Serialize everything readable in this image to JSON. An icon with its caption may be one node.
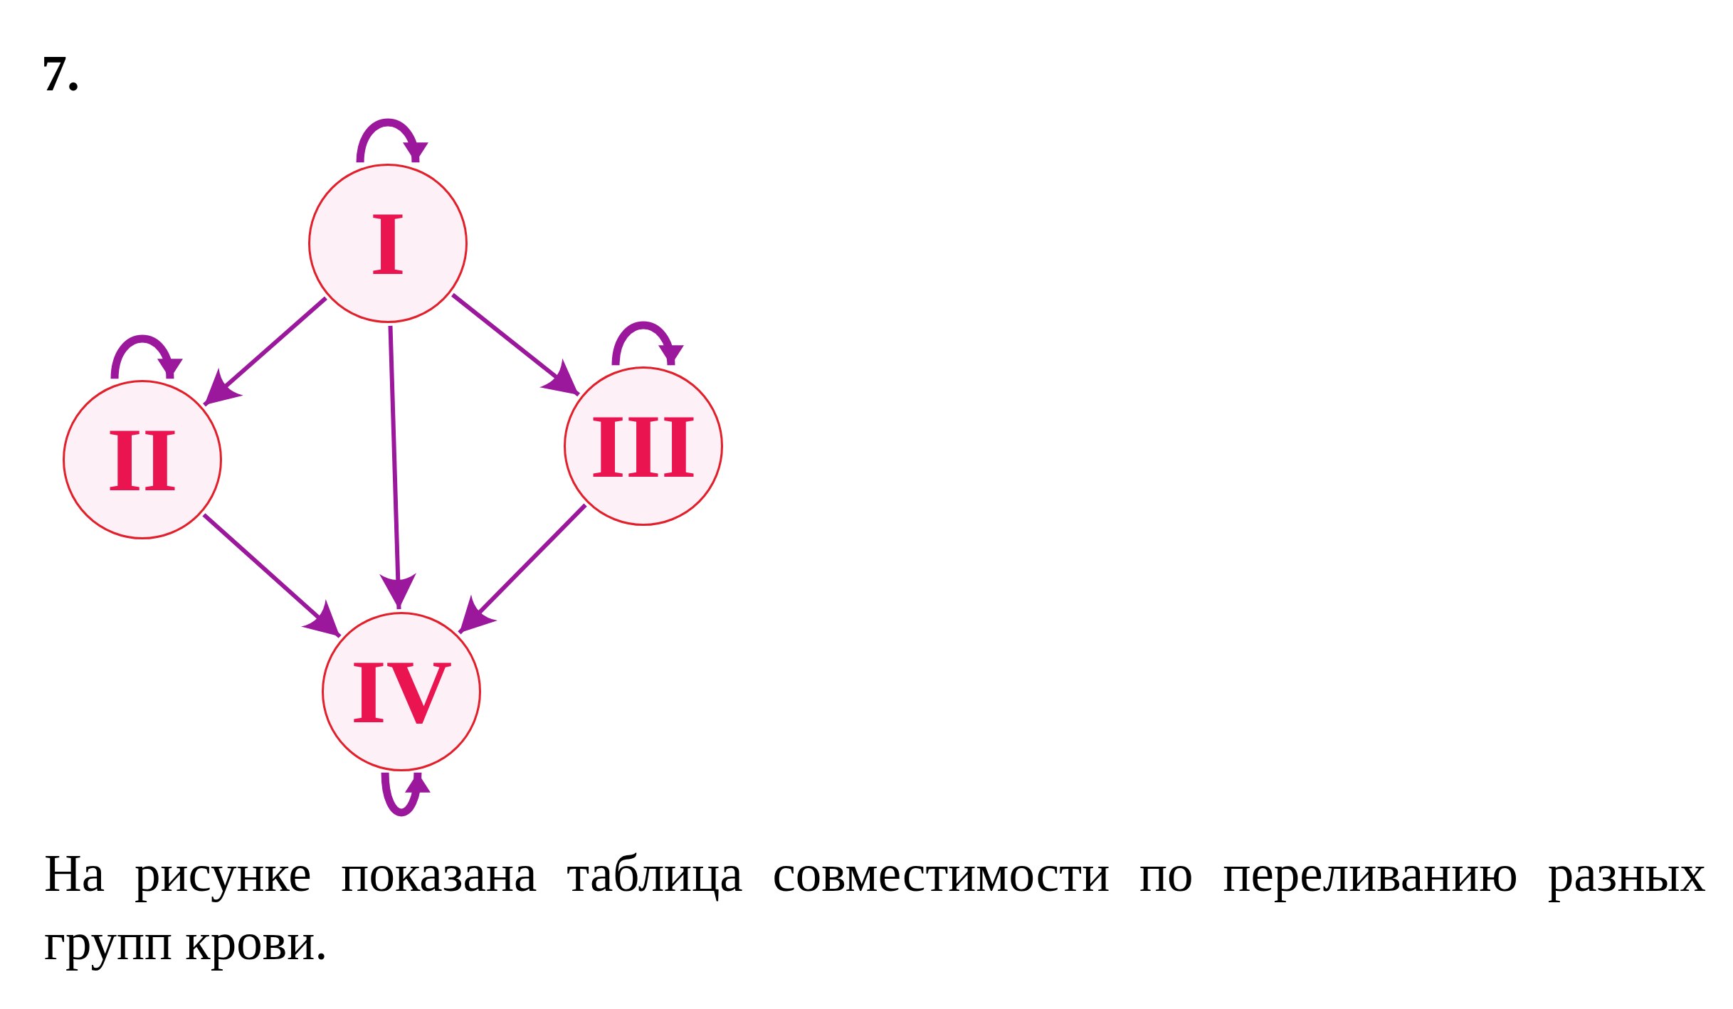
{
  "diagram": {
    "nodes": [
      {
        "text": [
          "I"
        ]
      },
      {
        "text": [
          "II"
        ]
      },
      {
        "text": [
          "III"
        ]
      },
      {
        "text": [
          "IV"
        ]
      }
    ],
    "edges": [
      {
        "from": 0,
        "to": 0,
        "arrow": "to",
        "style": "thick"
      },
      {
        "from": 1,
        "to": 1,
        "arrow": "to",
        "style": "thick"
      },
      {
        "from": 2,
        "to": 2,
        "arrow": "to",
        "style": "thick"
      },
      {
        "from": 3,
        "to": 3,
        "arrow": "to",
        "style": "thick"
      },
      {
        "from": 0,
        "to": 1,
        "arrow": "to"
      },
      {
        "from": 0,
        "to": 3,
        "arrow": "to"
      },
      {
        "from": 0,
        "to": 2,
        "arrow": "to"
      },
      {
        "from": 1,
        "to": 3,
        "arrow": "to"
      },
      {
        "from": 2,
        "to": 3,
        "arrow": "to"
      }
    ],
    "labels": [
      "7.",
      "На рисунке показана таблица совместимости по переливанию разных групп крови."
    ]
  }
}
